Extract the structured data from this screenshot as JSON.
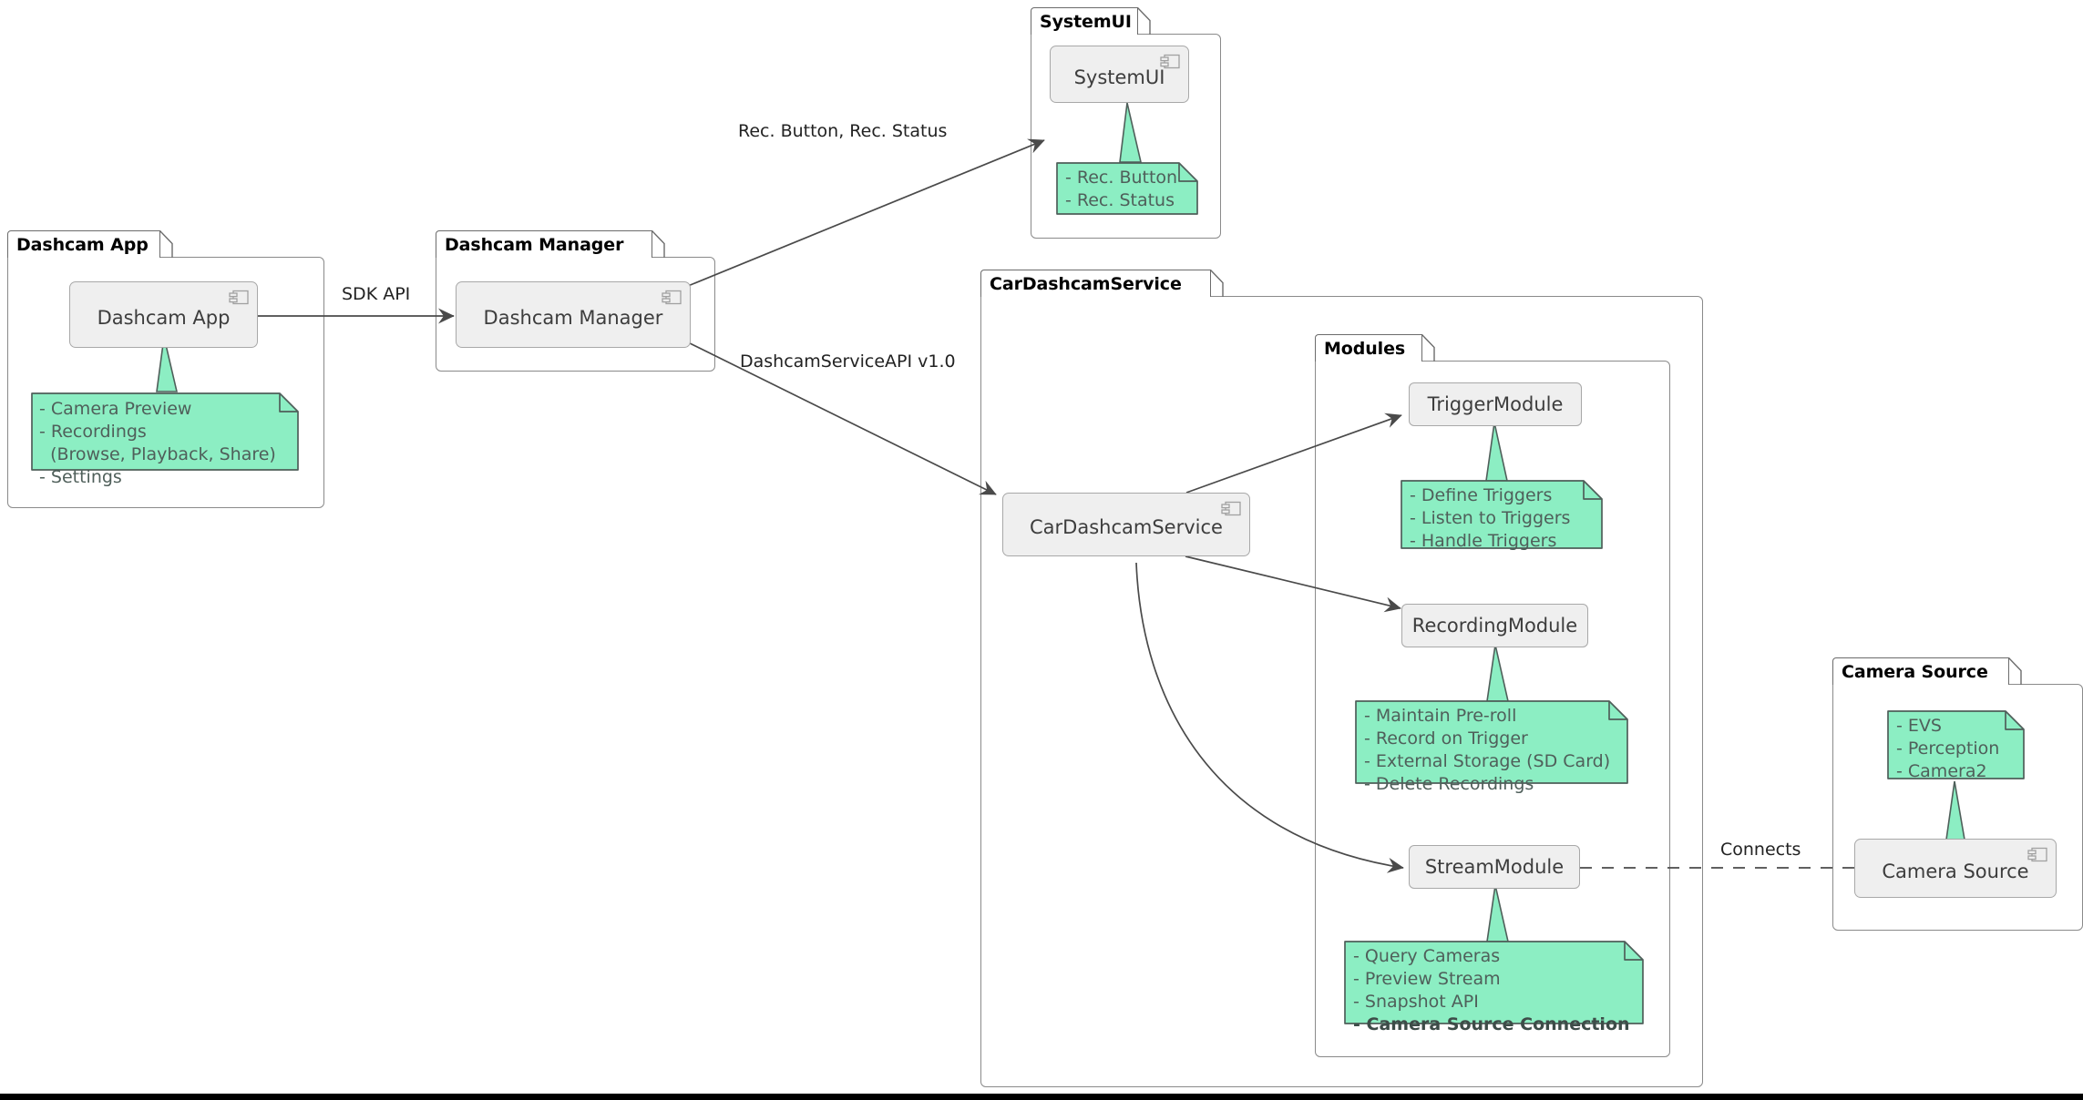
{
  "diagram": {
    "type": "uml-component-diagram",
    "title": "CarDashcamService Architecture",
    "background": "#ffffff",
    "colors": {
      "note_fill": "#8ceec3",
      "note_border": "#4f5f5a",
      "component_fill": "#efefef",
      "component_border": "#a8a8a8",
      "package_border": "#8a8a8a",
      "text": "#3d3d3d",
      "note_text": "#4f5f5a",
      "edge": "#4a4a4a",
      "bottom_bar": "#000000"
    }
  },
  "packages": [
    {
      "id": "dashcam-app",
      "label": "Dashcam App"
    },
    {
      "id": "dashcam-manager",
      "label": "Dashcam Manager"
    },
    {
      "id": "systemui",
      "label": "SystemUI"
    },
    {
      "id": "cardashcamservice",
      "label": "CarDashcamService"
    },
    {
      "id": "modules",
      "label": "Modules"
    },
    {
      "id": "camera-source",
      "label": "Camera Source"
    }
  ],
  "components": [
    {
      "id": "dashcam-app-comp",
      "label": "Dashcam App",
      "icon": "component-icon",
      "package": "dashcam-app"
    },
    {
      "id": "dashcam-manager-comp",
      "label": "Dashcam Manager",
      "icon": "component-icon",
      "package": "dashcam-manager"
    },
    {
      "id": "systemui-comp",
      "label": "SystemUI",
      "icon": "component-icon",
      "package": "systemui"
    },
    {
      "id": "cardashcamservice-comp",
      "label": "CarDashcamService",
      "icon": "component-icon",
      "package": "cardashcamservice"
    },
    {
      "id": "camera-source-comp",
      "label": "Camera Source",
      "icon": "component-icon",
      "package": "camera-source"
    },
    {
      "id": "triggermodule",
      "label": "TriggerModule",
      "icon": "none",
      "package": "modules"
    },
    {
      "id": "recordingmodule",
      "label": "RecordingModule",
      "icon": "none",
      "package": "modules"
    },
    {
      "id": "streammodule",
      "label": "StreamModule",
      "icon": "none",
      "package": "modules"
    }
  ],
  "notes": [
    {
      "id": "note-dashcam-app",
      "attached_to": "dashcam-app-comp",
      "tail": "up",
      "lines": [
        {
          "text": "- Camera Preview",
          "bold": false
        },
        {
          "text": "- Recordings",
          "bold": false
        },
        {
          "text": "  (Browse, Playback, Share)",
          "bold": false
        },
        {
          "text": "- Settings",
          "bold": false
        }
      ]
    },
    {
      "id": "note-systemui",
      "attached_to": "systemui-comp",
      "tail": "up",
      "lines": [
        {
          "text": "- Rec. Button",
          "bold": false
        },
        {
          "text": "- Rec. Status",
          "bold": false
        }
      ]
    },
    {
      "id": "note-triggermodule",
      "attached_to": "triggermodule",
      "tail": "up",
      "lines": [
        {
          "text": "- Define Triggers",
          "bold": false
        },
        {
          "text": "- Listen to Triggers",
          "bold": false
        },
        {
          "text": "- Handle Triggers",
          "bold": false
        }
      ]
    },
    {
      "id": "note-recordingmodule",
      "attached_to": "recordingmodule",
      "tail": "up",
      "lines": [
        {
          "text": "- Maintain Pre-roll",
          "bold": false
        },
        {
          "text": "- Record on Trigger",
          "bold": false
        },
        {
          "text": "- External Storage (SD Card)",
          "bold": false
        },
        {
          "text": "- Delete Recordings",
          "bold": false
        }
      ]
    },
    {
      "id": "note-streammodule",
      "attached_to": "streammodule",
      "tail": "up",
      "lines": [
        {
          "text": "- Query Cameras",
          "bold": false
        },
        {
          "text": "- Preview Stream",
          "bold": false
        },
        {
          "text": "- Snapshot API",
          "bold": false
        },
        {
          "text": "- Camera Source Connection",
          "bold": true
        }
      ]
    },
    {
      "id": "note-camera-source",
      "attached_to": "camera-source-comp",
      "tail": "down",
      "lines": [
        {
          "text": "- EVS",
          "bold": false
        },
        {
          "text": "- Perception",
          "bold": false
        },
        {
          "text": "- Camera2",
          "bold": false
        }
      ]
    }
  ],
  "edges": [
    {
      "id": "edge-sdk-api",
      "from": "dashcam-app-comp",
      "to": "dashcam-manager-comp",
      "label": "SDK API",
      "style": "solid",
      "arrow": "open"
    },
    {
      "id": "edge-rec-button",
      "from": "dashcam-manager-comp",
      "to": "systemui-comp",
      "label": "Rec. Button, Rec. Status",
      "style": "solid",
      "arrow": "open"
    },
    {
      "id": "edge-service-api",
      "from": "dashcam-manager-comp",
      "to": "cardashcamservice-comp",
      "label": "DashcamServiceAPI v1.0",
      "style": "solid",
      "arrow": "open"
    },
    {
      "id": "edge-to-trigger",
      "from": "cardashcamservice-comp",
      "to": "triggermodule",
      "label": "",
      "style": "solid",
      "arrow": "open"
    },
    {
      "id": "edge-to-recording",
      "from": "cardashcamservice-comp",
      "to": "recordingmodule",
      "label": "",
      "style": "solid",
      "arrow": "open"
    },
    {
      "id": "edge-to-stream",
      "from": "cardashcamservice-comp",
      "to": "streammodule",
      "label": "",
      "style": "solid",
      "arrow": "open"
    },
    {
      "id": "edge-connects",
      "from": "streammodule",
      "to": "camera-source-comp",
      "label": "Connects",
      "style": "dashed",
      "arrow": "none"
    }
  ]
}
